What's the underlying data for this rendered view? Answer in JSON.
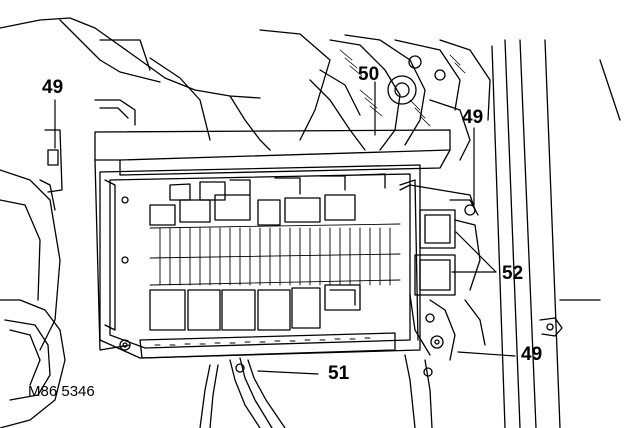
{
  "figure": {
    "reference": "M86 5346"
  },
  "callouts": {
    "c49_top_left": "49",
    "c50": "50",
    "c49_right": "49",
    "c52": "52",
    "c51": "51",
    "c49_bottom_right": "49"
  }
}
